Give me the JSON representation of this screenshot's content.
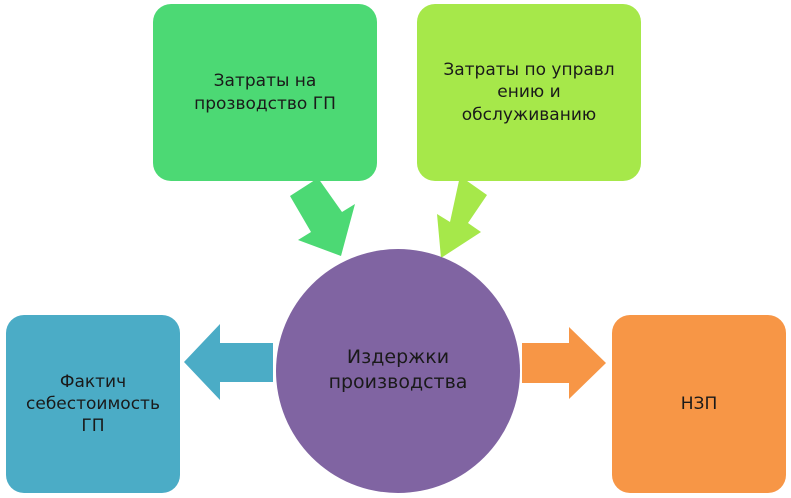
{
  "nodes": {
    "top_left": {
      "label": "Затраты на\nпрозводство ГП",
      "color": "#4cd974"
    },
    "top_right": {
      "label": "Затраты по управл\nению и\nобслуживанию",
      "color": "#a6e84a"
    },
    "center": {
      "label": "Издержки\nпроизводства",
      "color": "#8064a2"
    },
    "left": {
      "label": "Фактич\nсебестоимость\nГП",
      "color": "#4bacc6"
    },
    "right": {
      "label": "НЗП",
      "color": "#f79646"
    }
  },
  "arrows": {
    "from_top_left": {
      "color": "#4cd974",
      "direction": "into-center"
    },
    "from_top_right": {
      "color": "#a6e84a",
      "direction": "into-center"
    },
    "to_left": {
      "color": "#4bacc6",
      "direction": "out-of-center"
    },
    "to_right": {
      "color": "#f79646",
      "direction": "out-of-center"
    }
  }
}
